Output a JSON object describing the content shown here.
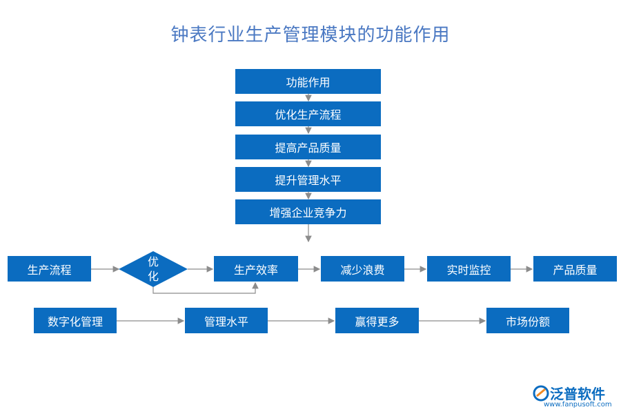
{
  "title": "钟表行业生产管理模块的功能作用",
  "column": [
    "功能作用",
    "优化生产流程",
    "提高产品质量",
    "提升管理水平",
    "增强企业竞争力"
  ],
  "row1": {
    "start": "生产流程",
    "diamond": [
      "优",
      "化"
    ],
    "items": [
      "生产效率",
      "减少浪费",
      "实时监控",
      "产品质量"
    ]
  },
  "row2": [
    "数字化管理",
    "管理水平",
    "赢得更多",
    "市场份额"
  ],
  "logo": {
    "name": "泛普软件",
    "url": "www.fanpusoft.com"
  },
  "colors": {
    "box": "#0b6cc0",
    "title": "#4a78c2",
    "connector": "#8c8c8c"
  }
}
